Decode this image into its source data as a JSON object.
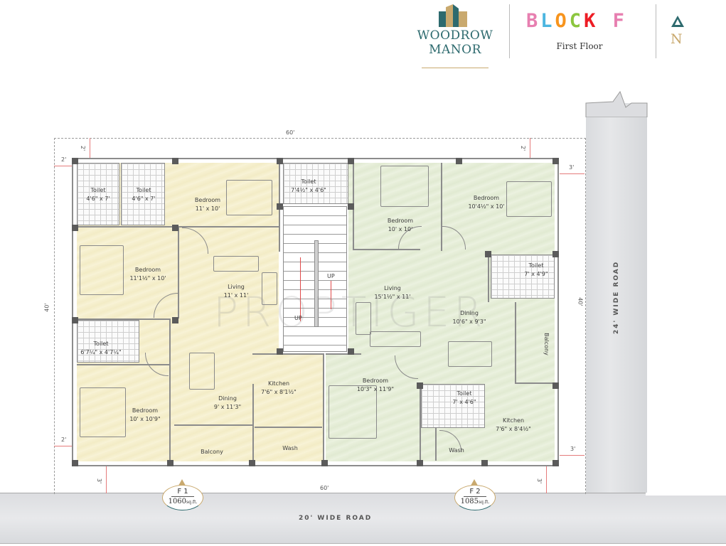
{
  "header": {
    "brand_line1": "WOODROW",
    "brand_line2": "MANOR",
    "block_title_letters": [
      {
        "ch": "B",
        "color": "#e77fb0"
      },
      {
        "ch": "L",
        "color": "#4cb6e0"
      },
      {
        "ch": "O",
        "color": "#f7941d"
      },
      {
        "ch": "C",
        "color": "#8cc63f"
      },
      {
        "ch": "K",
        "color": "#ed1c24"
      },
      {
        "ch": " ",
        "color": "#ffffff"
      },
      {
        "ch": "F",
        "color": "#e77fb0"
      }
    ],
    "floor_label": "First Floor",
    "north_label": "N"
  },
  "colors": {
    "brand_teal": "#2d6a6e",
    "brand_gold": "#c9a96e",
    "unit_f1_fill": "#f5efcc",
    "unit_f2_fill": "#e6eed8",
    "setback_line": "#e57b7b",
    "road_fill": "#dedfe2"
  },
  "plot": {
    "top_width": "60'",
    "bottom_width": "60'",
    "left_depth": "40'",
    "right_depth": "40'",
    "setbacks": {
      "top_left": "2'",
      "top_left_side": "2'",
      "top_right": "2'",
      "right_top": "3'",
      "left_bottom": "2'",
      "right_bottom": "3'",
      "bottom_left": "3'",
      "bottom_right": "3'"
    }
  },
  "roads": {
    "bottom": "20' WIDE ROAD",
    "right": "24' WIDE ROAD"
  },
  "units": [
    {
      "id": "F 1",
      "area_value": "1060",
      "area_unit": "sq.ft.",
      "rooms": [
        {
          "name": "Toilet",
          "size": "4'6\" x 7'"
        },
        {
          "name": "Toilet",
          "size": "4'6\" x 7'"
        },
        {
          "name": "Bedroom",
          "size": "11' x 10'"
        },
        {
          "name": "Bedroom",
          "size": "11'1½\" x 10'"
        },
        {
          "name": "Living",
          "size": "11' x 11'"
        },
        {
          "name": "Toilet",
          "size": "6'7¼\" x 4'7¼\""
        },
        {
          "name": "Bedroom",
          "size": "10' x 10'9\""
        },
        {
          "name": "Dining",
          "size": "9' x 11'3\""
        },
        {
          "name": "Kitchen",
          "size": "7'6\" x 8'1½\""
        },
        {
          "name": "Balcony",
          "size": ""
        },
        {
          "name": "Wash",
          "size": ""
        }
      ]
    },
    {
      "id": "F 2",
      "area_value": "1085",
      "area_unit": "sq.ft.",
      "rooms": [
        {
          "name": "Toilet",
          "size": "7'4½\" x 4'6\""
        },
        {
          "name": "Bedroom",
          "size": "10' x 10'"
        },
        {
          "name": "Bedroom",
          "size": "10'4½\" x 10'"
        },
        {
          "name": "Toilet",
          "size": "7' x 4'9\""
        },
        {
          "name": "Living",
          "size": "15'1½\" x 11'"
        },
        {
          "name": "Dining",
          "size": "10'6\" x 9'3\""
        },
        {
          "name": "Balcony",
          "size": ""
        },
        {
          "name": "Bedroom",
          "size": "10'3\" x 11'9\""
        },
        {
          "name": "Toilet",
          "size": "7' x 4'6\""
        },
        {
          "name": "Kitchen",
          "size": "7'6\" x 8'4½\""
        },
        {
          "name": "Wash",
          "size": ""
        }
      ]
    }
  ],
  "stair": {
    "up_label_1": "UP",
    "up_label_2": "UP"
  },
  "watermark": "PROPTIGER"
}
